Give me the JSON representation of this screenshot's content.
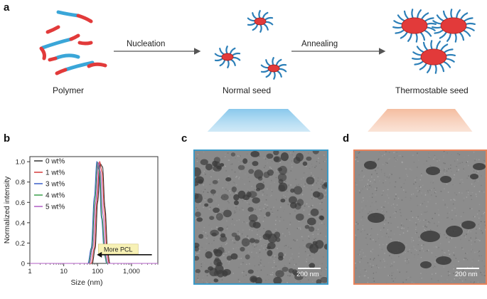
{
  "panels": {
    "a": "a",
    "b": "b",
    "c": "c",
    "d": "d"
  },
  "schematic": {
    "stage1": "Polymer",
    "stage2": "Normal seed",
    "stage3": "Thermostable seed",
    "arrow1": "Nucleation",
    "arrow2": "Annealing",
    "colors": {
      "core_block": "#e23a3a",
      "corona_block": "#3aa6d8",
      "corona_dark": "#2c7fb8"
    }
  },
  "micrographs": {
    "c": {
      "scale_bar": "200 nm",
      "frame_color": "#3a9ac8"
    },
    "d": {
      "scale_bar": "200 nm",
      "frame_color": "#e8825a"
    }
  },
  "chart_data": {
    "type": "line",
    "xlabel": "Size (nm)",
    "ylabel": "Normalized intensity",
    "xscale": "log",
    "xlim": [
      1,
      6000
    ],
    "ylim": [
      0,
      1.05
    ],
    "xticks": [
      1,
      10,
      100,
      1000
    ],
    "xtick_labels": [
      "1",
      "10",
      "100",
      "1,000"
    ],
    "yticks": [
      0,
      0.2,
      0.4,
      0.6,
      0.8,
      1.0
    ],
    "ytick_labels": [
      "0",
      "0.2",
      "0.4",
      "0.6",
      "0.8",
      "1.0"
    ],
    "legend_position": "top-left",
    "annotation": "More PCL",
    "series": [
      {
        "name": "0 wt%",
        "color": "#333333",
        "x": [
          1,
          70,
          85,
          100,
          120,
          140,
          165,
          200,
          230,
          6000
        ],
        "y": [
          0,
          0,
          0.15,
          0.6,
          0.98,
          0.95,
          0.55,
          0.1,
          0,
          0
        ]
      },
      {
        "name": "1 wt%",
        "color": "#d63b3b",
        "x": [
          1,
          65,
          80,
          95,
          115,
          135,
          160,
          190,
          220,
          6000
        ],
        "y": [
          0,
          0,
          0.15,
          0.6,
          1.0,
          0.9,
          0.5,
          0.1,
          0,
          0
        ]
      },
      {
        "name": "3 wt%",
        "color": "#3a5fc8",
        "x": [
          1,
          52,
          65,
          80,
          95,
          110,
          130,
          160,
          185,
          6000
        ],
        "y": [
          0,
          0,
          0.15,
          0.65,
          1.0,
          0.92,
          0.45,
          0.08,
          0,
          0
        ]
      },
      {
        "name": "4 wt%",
        "color": "#3aa04a",
        "x": [
          1,
          55,
          68,
          83,
          100,
          115,
          135,
          165,
          190,
          6000
        ],
        "y": [
          0,
          0,
          0.15,
          0.62,
          0.99,
          0.9,
          0.45,
          0.08,
          0,
          0
        ]
      },
      {
        "name": "5 wt%",
        "color": "#b05cc4",
        "x": [
          1,
          58,
          72,
          88,
          105,
          122,
          145,
          175,
          205,
          6000
        ],
        "y": [
          0,
          0,
          0.15,
          0.6,
          0.99,
          0.9,
          0.48,
          0.08,
          0,
          0
        ]
      }
    ]
  }
}
